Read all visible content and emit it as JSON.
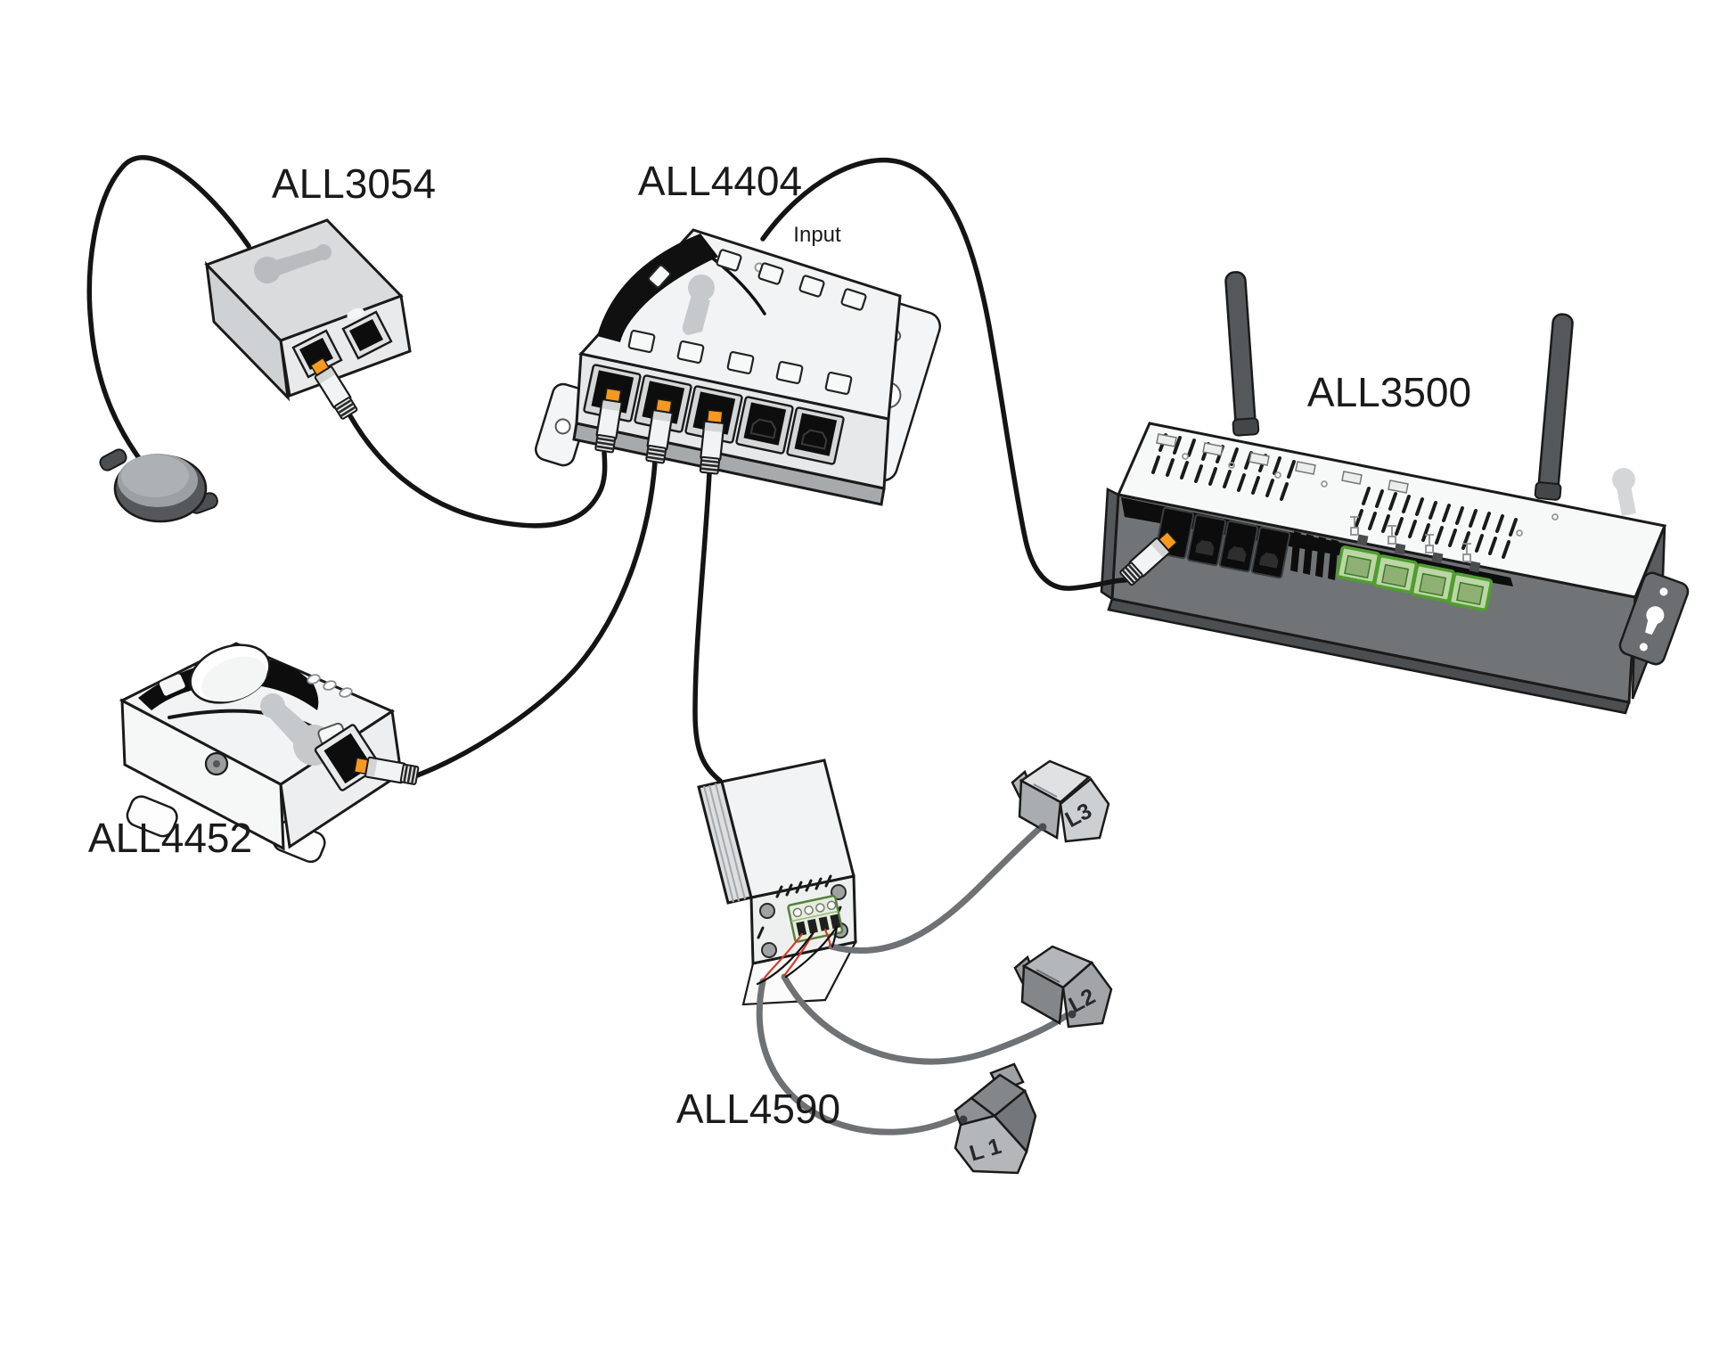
{
  "diagram": {
    "type": "network-topology-illustration",
    "devices": {
      "all3054": {
        "label": "ALL3054",
        "kind": "2-port sensor adapter",
        "ports_visible": 2,
        "attached": "round sensor probe"
      },
      "all4404": {
        "label": "ALL4404",
        "kind": "5-port switch",
        "input_label": "Input",
        "ports_visible": 5,
        "plugged_ports": 3
      },
      "all3500": {
        "label": "ALL3500",
        "kind": "router with 2 antennas",
        "rj45_ports_visible": 4,
        "green_terminals": 4
      },
      "all4452": {
        "label": "ALL4452",
        "kind": "sensor box with dome",
        "ports_visible": 1
      },
      "all4590": {
        "label": "ALL4590",
        "kind": "current meter box with terminal block"
      }
    },
    "clamps": {
      "l1": {
        "label": "L 1"
      },
      "l2": {
        "label": "L2"
      },
      "l3": {
        "label": "L3"
      }
    },
    "connections": [
      {
        "from": "sensor-probe",
        "to": "ALL3054",
        "type": "sensor cable"
      },
      {
        "from": "ALL3054",
        "to": "ALL4404 port 1",
        "type": "ethernet"
      },
      {
        "from": "ALL4452",
        "to": "ALL4404 port 2",
        "type": "ethernet"
      },
      {
        "from": "ALL4590",
        "to": "ALL4404 port 3",
        "type": "ethernet"
      },
      {
        "from": "ALL4404 Input",
        "to": "ALL3500 port 1",
        "type": "ethernet"
      },
      {
        "from": "ALL4590 terminal",
        "to": "L1",
        "type": "clamp lead"
      },
      {
        "from": "ALL4590 terminal",
        "to": "L2",
        "type": "clamp lead"
      },
      {
        "from": "ALL4590 terminal",
        "to": "L3",
        "type": "clamp lead"
      }
    ],
    "colors": {
      "cable_black": "#141414",
      "clamp_cable_gray": "#6f7275",
      "plug_orange": "#f59a1e",
      "terminal_green": "#4f9e2f",
      "wire_red": "#d13b2a",
      "body_white": "#f2f3f4",
      "router_gray": "#717477"
    }
  }
}
